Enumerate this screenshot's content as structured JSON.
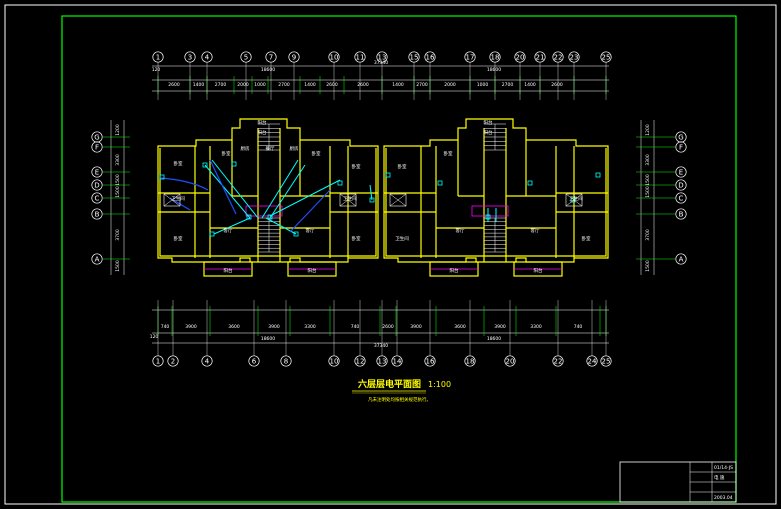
{
  "drawing": {
    "title": "六层层电平面图",
    "scale": "1:100",
    "note": "凡未注明处均按相关规范执行。"
  },
  "axes": {
    "top": [
      "1",
      "3",
      "4",
      "5",
      "7",
      "9",
      "10",
      "11",
      "13",
      "15",
      "16",
      "17",
      "18",
      "20",
      "21",
      "22",
      "23",
      "25"
    ],
    "bottom": [
      "1",
      "2",
      "4",
      "6",
      "8",
      "10",
      "12",
      "13",
      "14",
      "16",
      "18",
      "20",
      "22",
      "24",
      "25"
    ],
    "left": [
      "G",
      "F",
      "E",
      "D",
      "C",
      "B",
      "A"
    ],
    "right": [
      "G",
      "F",
      "E",
      "D",
      "C",
      "B",
      "A"
    ]
  },
  "dimensions": {
    "top_total": "37340",
    "top_half_left": "18600",
    "top_half_right": "18600",
    "top_segments": [
      "2600",
      "1400",
      "2700",
      "2000",
      "1000",
      "2700",
      "1400",
      "2600",
      "2600",
      "1400",
      "2700",
      "2000",
      "1000",
      "2700",
      "1400",
      "2600"
    ],
    "bottom_total": "37340",
    "bottom_half_left": "18600",
    "bottom_half_right": "18600",
    "bottom_segments": [
      "740",
      "3900",
      "3600",
      "3900",
      "3300",
      "740",
      "2600",
      "3900",
      "3600",
      "3900",
      "3300",
      "740"
    ],
    "left_side": [
      "1200",
      "3300",
      "1500",
      "1500",
      "3700",
      "1500"
    ],
    "right_side": [
      "1200",
      "3300",
      "1500",
      "1500",
      "3700",
      "1500"
    ],
    "edge_small": "120"
  },
  "rooms": {
    "labels": [
      "卧室",
      "卧室",
      "厨房",
      "客厅",
      "卫生间",
      "卫生间",
      "卧室",
      "卧室",
      "餐厅",
      "客厅",
      "厨房",
      "卧室",
      "卧室",
      "卧室",
      "卧室",
      "卫生间",
      "卫生间",
      "客厅",
      "客厅",
      "卧室"
    ],
    "balcony": [
      "阳台",
      "阳台",
      "阳台",
      "阳台",
      "阳台",
      "阳台",
      "阳台",
      "阳台"
    ]
  },
  "title_block": {
    "rows": [
      "",
      "",
      "",
      ""
    ],
    "values": [
      "01/14-JS",
      "电 施",
      "",
      "2003.04"
    ]
  },
  "colors": {
    "frame": "#00ff00",
    "walls": "#ffff00",
    "wiring": "#00ffff",
    "wiring_blue": "#1e50ff",
    "stair": "#ff00ff",
    "text": "#ffffff"
  }
}
